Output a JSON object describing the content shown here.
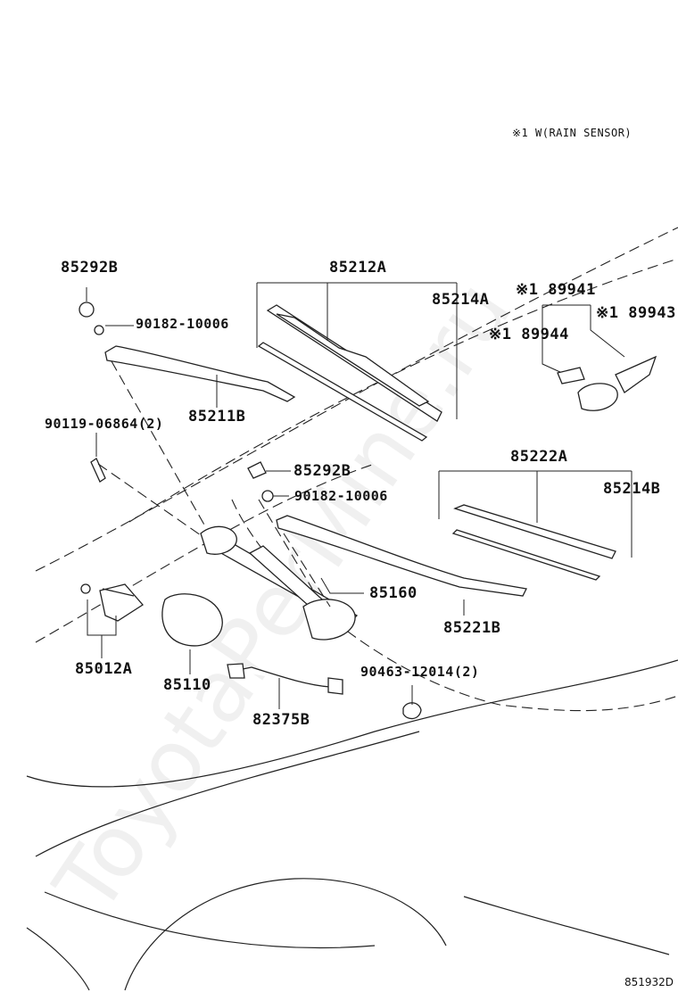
{
  "note": "※1 W(RAIN SENSOR)",
  "diagram_code": "851932D",
  "watermark": "ToyotaPerMine.ru",
  "labels": {
    "p85292B_top": "85292B",
    "p90182_top": "90182-10006",
    "p85212A": "85212A",
    "p85214A": "85214A",
    "p89941": "※1 89941",
    "p89943": "※1 89943",
    "p89944": "※1 89944",
    "p85211B": "85211B",
    "p90119": "90119-06864(2)",
    "p85292B_mid": "85292B",
    "p90182_mid": "90182-10006",
    "p85222A": "85222A",
    "p85214B": "85214B",
    "p85160": "85160",
    "p85221B": "85221B",
    "p85012A": "85012A",
    "p85110": "85110",
    "p90463": "90463-12014(2)",
    "p82375B": "82375B"
  }
}
